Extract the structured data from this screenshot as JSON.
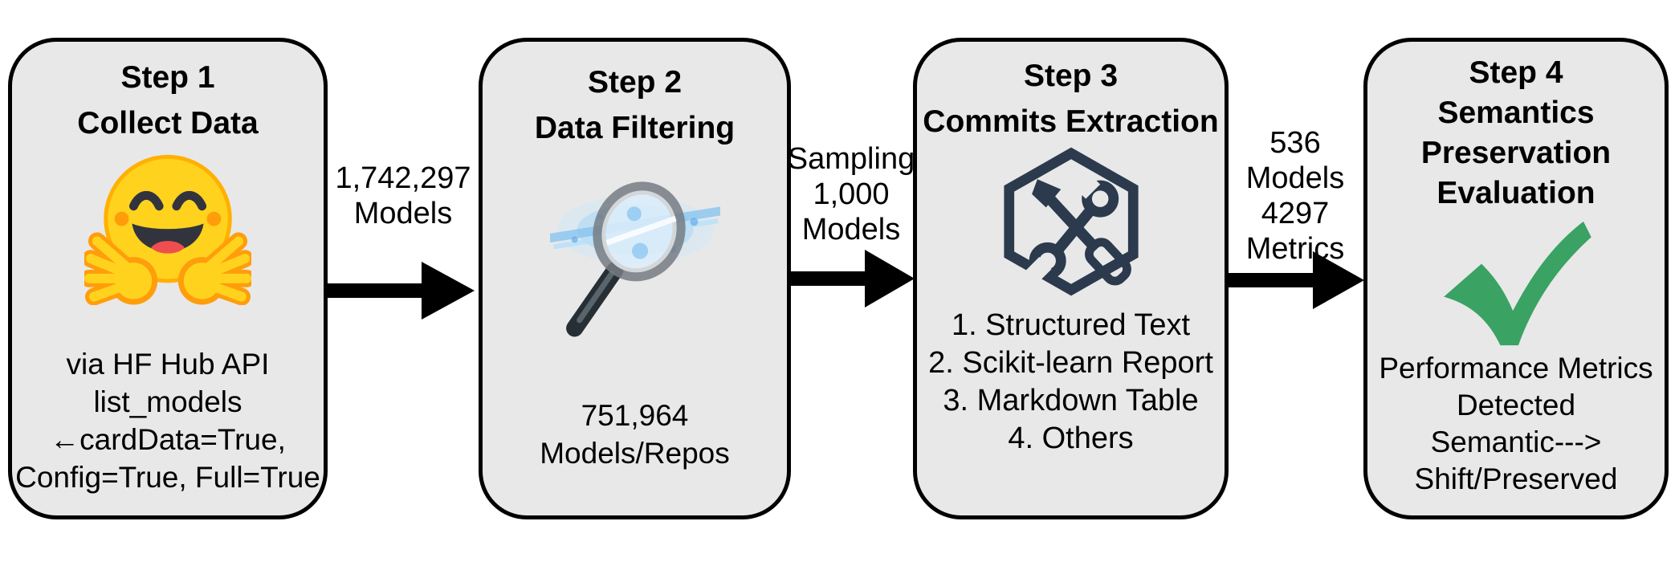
{
  "diagram": {
    "title": "Model card data pipeline overview",
    "steps": [
      {
        "title_lines": [
          "Step 1",
          "Collect Data"
        ],
        "icon": "hugging-face",
        "body_lines": [
          "via HF Hub API",
          "list_models",
          "←cardData=True,",
          "Config=True, Full=True"
        ]
      },
      {
        "title_lines": [
          "Step 2",
          "Data Filtering"
        ],
        "icon": "magnifying-glass",
        "body_lines": [
          "751,964",
          "Models/Repos"
        ]
      },
      {
        "title_lines": [
          "Step 3",
          "Commits Extraction"
        ],
        "icon": "tools-hexagon",
        "body_lines": [
          "1. Structured Text",
          "2. Scikit-learn Report",
          "3. Markdown Table",
          "4. Others"
        ]
      },
      {
        "title_lines": [
          "Step 4",
          "Semantics",
          "Preservation",
          "Evaluation"
        ],
        "icon": "green-checkmark",
        "body_lines": [
          "Performance Metrics",
          "Detected",
          "Semantic--->",
          "Shift/Preserved"
        ]
      }
    ],
    "arrows": [
      {
        "label_lines": [
          "1,742,297",
          "Models"
        ]
      },
      {
        "label_lines": [
          "Sampling",
          "1,000",
          "Models"
        ]
      },
      {
        "label_lines": [
          "536",
          "Models",
          "4297",
          "Metrics"
        ]
      }
    ],
    "colors": {
      "box_fill": "#e8e8e8",
      "box_border": "#000000",
      "arrow_black": "#000000",
      "check_green": "#3aa263",
      "tools_navy": "#2b3a4d",
      "hf_yellow": "#ffd21e",
      "hf_orange": "#ff9d0b",
      "hf_dark": "#32343d",
      "hf_red": "#ef4e4e",
      "lens_blue": "#a5d5f4"
    }
  }
}
